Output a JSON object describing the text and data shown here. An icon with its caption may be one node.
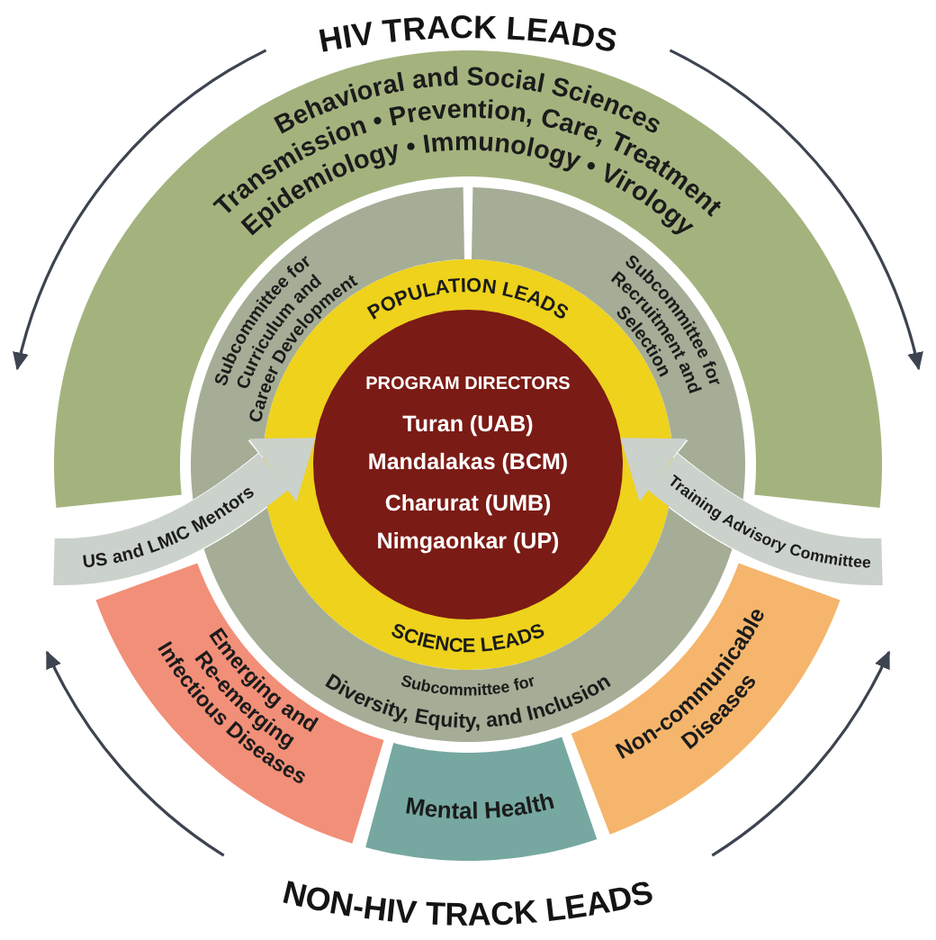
{
  "diagram": {
    "nodes": [
      {
        "text": [
          "Behavioral and Social Sciences Transmission • Prevention, Care, Treatment Epidemiology • Immunology • Virology"
        ]
      },
      {
        "text": [
          "Subcommittee for Curriculum and Career Development"
        ]
      },
      {
        "text": [
          "Subcommittee for Recruitment and Selection"
        ]
      },
      {
        "text": [
          "POPULATION LEADS",
          "SCIENCE LEADS"
        ]
      },
      {
        "text": [
          "PROGRAM DIRECTORS",
          "Turan (UAB)",
          "Mandalakas (BCM)",
          "Charurat (UMB)",
          "Nimgaonkar (UP)"
        ],
        "in": 3
      },
      {
        "text": [
          "Subcommittee for Diversity, Equity, and Inclusion"
        ]
      },
      {
        "text": [
          "Emerging and Re-emerging Infectious Diseases"
        ]
      },
      {
        "text": [
          "Mental Health"
        ]
      },
      {
        "text": [
          "Non-communicable Diseases"
        ]
      }
    ],
    "edges": [
      {
        "from": null,
        "to": 4,
        "arrow": "to",
        "label": "US and LMIC Mentors"
      },
      {
        "from": null,
        "to": 4,
        "arrow": "to",
        "label": "Training Advisory Committee"
      }
    ],
    "labels": [
      "HIV TRACK LEADS",
      "NON-HIV TRACK LEADS"
    ]
  }
}
